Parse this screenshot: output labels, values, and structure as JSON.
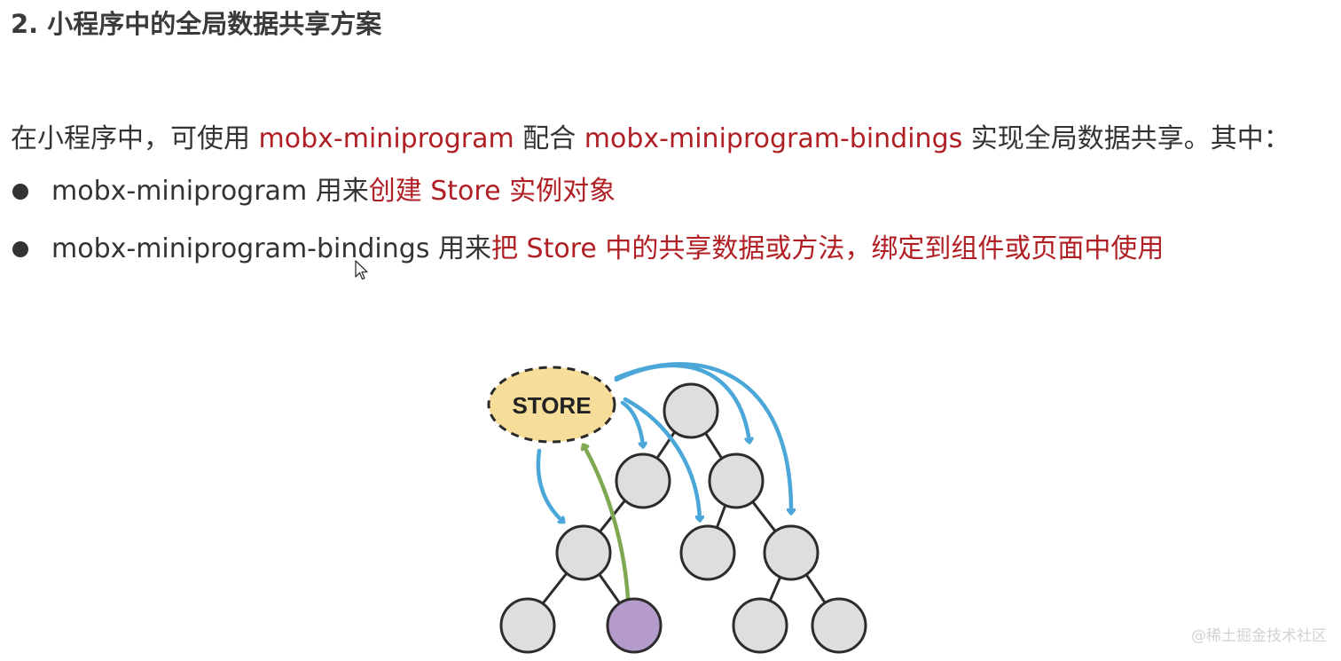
{
  "heading": "2. 小程序中的全局数据共享方案",
  "intro": {
    "prefix": "在小程序中，可使用 ",
    "lib1": "mobx-miniprogram",
    "mid": " 配合 ",
    "lib2": "mobx-miniprogram-bindings",
    "suffix": " 实现全局数据共享。其中："
  },
  "bullets": [
    {
      "lib": "mobx-miniprogram",
      "verb": " 用来",
      "desc": "创建 Store 实例对象"
    },
    {
      "lib": "mobx-miniprogram-bindings",
      "verb": " 用来",
      "desc": "把 Store 中的共享数据或方法，绑定到组件或页面中使用"
    }
  ],
  "diagram": {
    "store_label": "STORE",
    "colors": {
      "store_fill": "#f6dd99",
      "node_fill": "#dedede",
      "active_node_fill": "#b59bcb",
      "blue_arrow": "#4ba7d8",
      "green_arrow": "#7fa852"
    }
  },
  "watermark": "@稀土掘金技术社区",
  "colors": {
    "accent_red": "#b01f24",
    "text": "#333333"
  }
}
